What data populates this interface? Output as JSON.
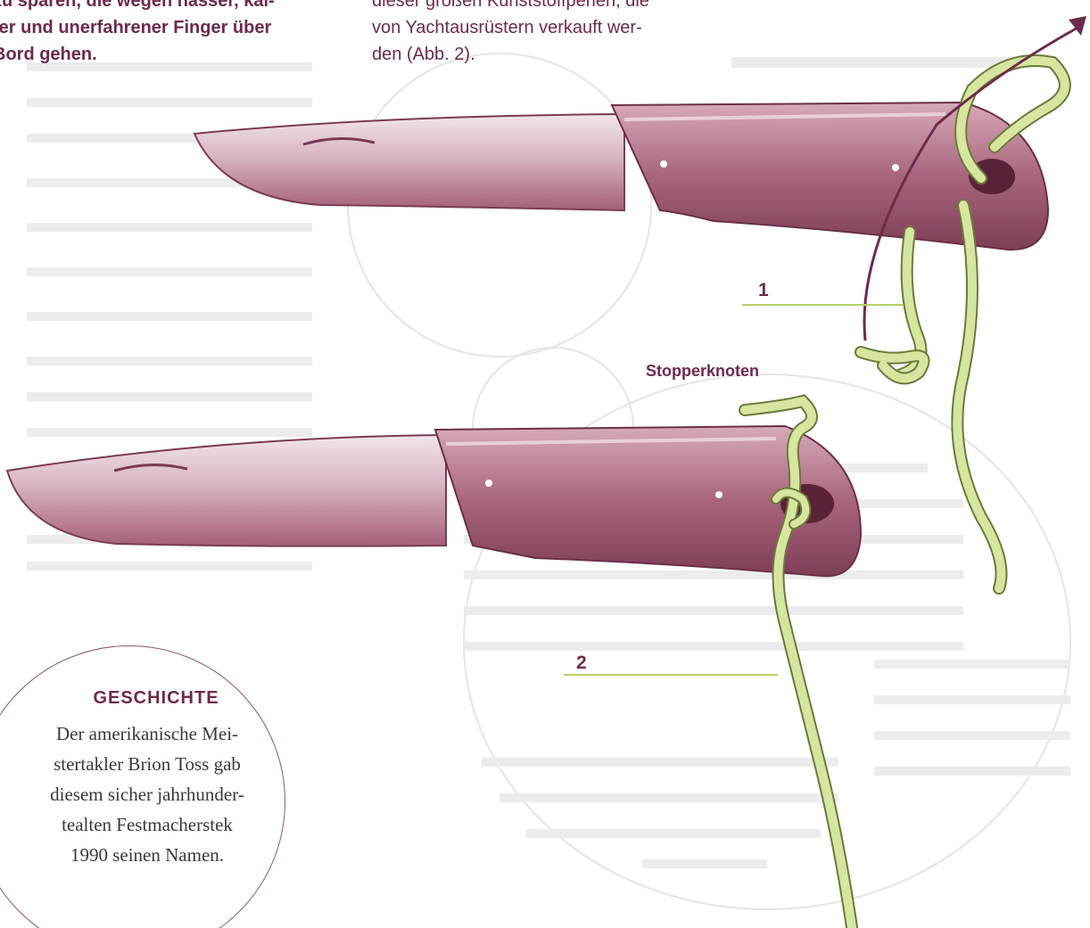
{
  "left_column": {
    "lines": [
      "zu sparen, die wegen nasser, kal-",
      "ter und unerfahrener Finger über",
      "Bord gehen."
    ]
  },
  "middle_column": {
    "lines": [
      "dieser großen Kunststoffperlen, die",
      "von Yachtausrüstern verkauft wer-",
      "den (Abb. 2)."
    ]
  },
  "figure_labels": {
    "fig1": "1",
    "fig2": "2",
    "stopper": "Stopperknoten"
  },
  "history_box": {
    "title": "GESCHICHTE",
    "lines": [
      "Der amerikanische Mei-",
      "stertakler Brion Toss  gab",
      "diesem sicher jahrhunder-",
      "tealten Festmacherstek",
      "1990 seinen Namen."
    ]
  },
  "colors": {
    "text_accent": "#6e2a4a",
    "knife_body": "#a86a80",
    "rope": "#d6e6a0",
    "arrow": "#6e2a4a",
    "leader_line": "#b8d06a"
  },
  "icons": [
    "knife-icon",
    "rope-icon",
    "arrow-icon"
  ]
}
